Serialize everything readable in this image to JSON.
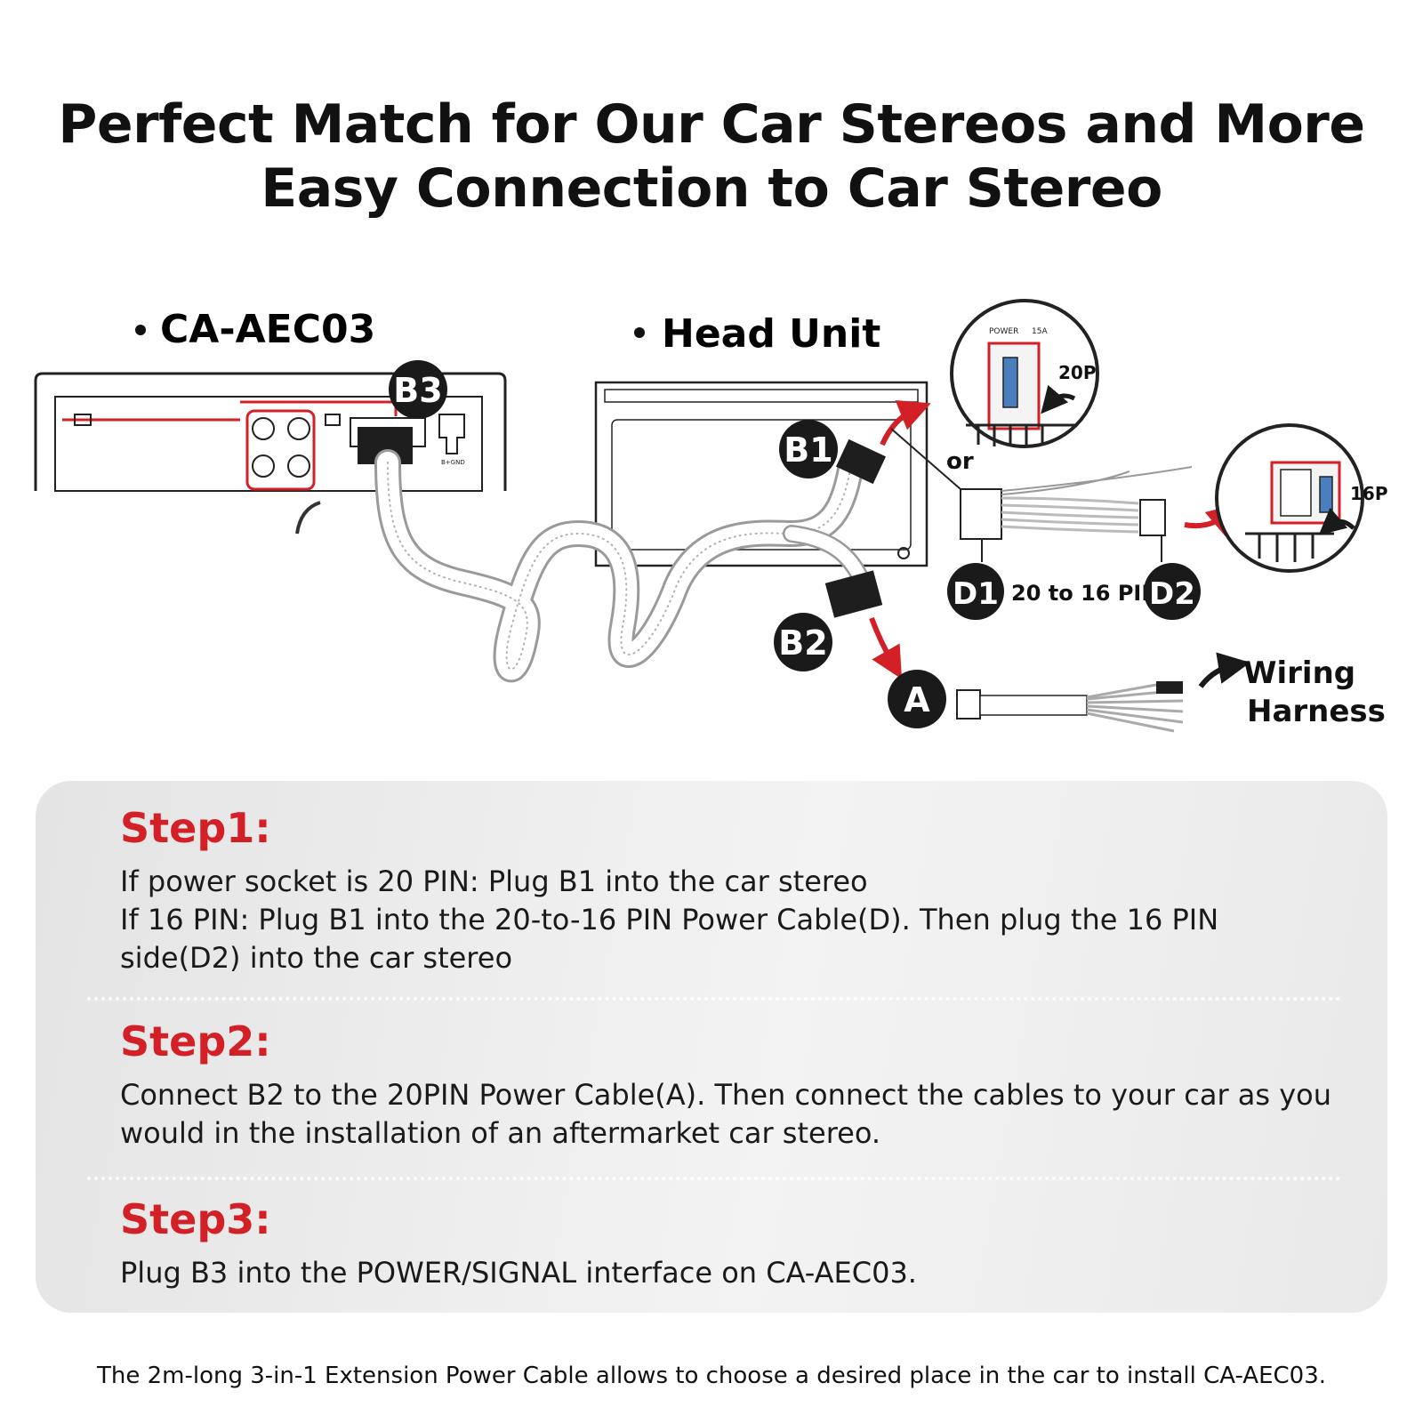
{
  "title": {
    "line1": "Perfect Match for Our Car Stereos and More",
    "line2": "Easy Connection to Car Stereo"
  },
  "diagram": {
    "device_label": "CA-AEC03",
    "head_unit_label": "Head Unit",
    "badges": {
      "b1": "B1",
      "b2": "B2",
      "b3": "B3",
      "a": "A",
      "d1": "D1",
      "d2": "D2"
    },
    "pin20": "20P",
    "pin16": "16P",
    "or_text": "or",
    "adapter_text": "20 to 16 PIN",
    "wiring_line1": "Wiring",
    "wiring_line2": "Harness",
    "socket_text": "POWER",
    "socket_amp": "15A",
    "device_port_text": "B+GND"
  },
  "steps": [
    {
      "title": "Step1:",
      "lines": [
        "If  power socket is 20 PIN: Plug B1 into the car stereo",
        "If 16 PIN: Plug B1 into the 20-to-16 PIN Power Cable(D). Then plug the 16 PIN side(D2) into the car stereo"
      ]
    },
    {
      "title": "Step2:",
      "lines": [
        "Connect B2 to the 20PIN Power Cable(A). Then connect the cables to your car as you would in the installation of an aftermarket car stereo."
      ]
    },
    {
      "title": "Step3:",
      "lines": [
        "Plug B3 into the POWER/SIGNAL interface on CA-AEC03."
      ]
    }
  ],
  "footer": "The 2m-long 3-in-1 Extension Power Cable allows to choose a desired place in the car to install CA-AEC03.",
  "colors": {
    "accent_red": "#d32027",
    "badge_black": "#1a1a1a"
  }
}
